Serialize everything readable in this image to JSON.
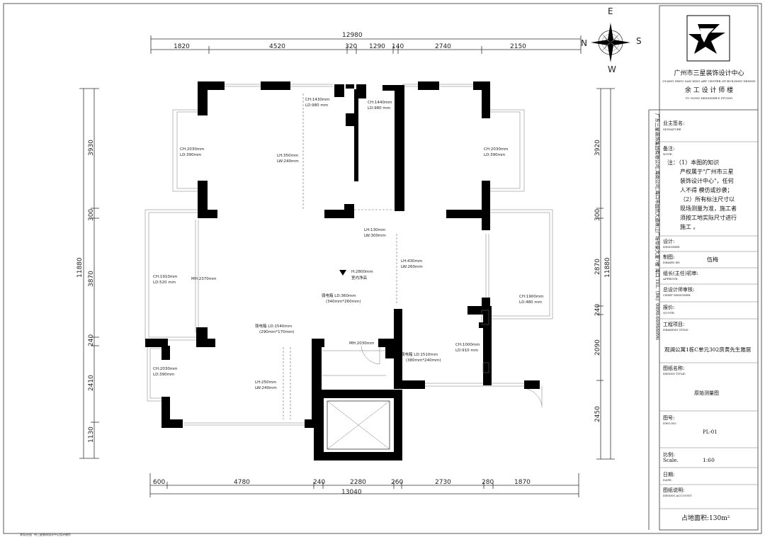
{
  "compass": {
    "e": "E",
    "s": "S",
    "n": "N",
    "w": "W"
  },
  "dims": {
    "top_total": "12980",
    "top": [
      "1820",
      "4520",
      "320",
      "1290",
      "140",
      "2740",
      "2150"
    ],
    "bottom_total": "13040",
    "bottom": [
      "600",
      "4780",
      "240",
      "2280",
      "260",
      "2730",
      "280",
      "1870"
    ],
    "left_total": "11880",
    "left": [
      "3930",
      "300",
      "3870",
      "240",
      "2410",
      "1130"
    ],
    "right_total": "11880",
    "right": [
      "3920",
      "300",
      "2870",
      "240",
      "2090",
      "2450"
    ]
  },
  "annotations": {
    "ch1430": "CH:1430mm",
    "ld980a": "LD:980 mm",
    "ch1440": "CH:1440mm",
    "ld980b": "LD:980 mm",
    "ch2030a": "CH:2030mm",
    "ld390a": "LD:390mm",
    "lh350": "LH:350mm",
    "lw240a": "LW:240mm",
    "ch2030b": "CH:2030mm",
    "ld390b": "LD:390mm",
    "lh130": "LH:130mm",
    "lw300": "LW:300mm",
    "lh430": "LH:430mm",
    "lw260": "LW:260mm",
    "ch1910": "CH:1910mm",
    "ld520": "LD:520 mm",
    "mh2370": "MH:2370mm",
    "h2800": "H:2800mm",
    "net_height": "室内净高",
    "weak_box": "弱电箱  LD:360mm",
    "weak_box_size": "(340mm*260mm)",
    "ch1900": "CH:1900mm",
    "ld480": "LD:480 mm",
    "strong_box": "强电箱 LD:1540mm",
    "strong_box_size": "(290mm*170mm)",
    "mh2030": "MH:2030mm",
    "ch1000": "CH:1000mm",
    "ld910": "LD:910 mm",
    "strong_box2": "弱电箱  LD:1510mm",
    "strong_box2_size": "(380mm*240mm)",
    "ch2030c": "CH:2030mm",
    "ld390c": "LD:390mm",
    "lh250": "LH:250mm",
    "lw240b": "LW:240mm",
    "footer": "本设计由广州三星装饰设计中心设计制作"
  },
  "title_block": {
    "company_cn": "广州市三星装饰设计中心",
    "company_en": "GUANG ZHOU SAN XING ART CENTER OF BUILDING DESIGN",
    "studio_cn": "余 工 设 计 师 楼",
    "studio_en": "YU GONG DESIGNER'S STUDIO",
    "vertical_text": "广东三星装饰集团有限公司,海南公司,海口市国贸大道珠江广场帝豪大厦7楼   海口  TEL（86）0898-66966096",
    "signature_label": "业主签名:",
    "signature_en": "SIGNATURE",
    "remark_label": "备注:",
    "remark_en": "NOTE:",
    "remark_lines": [
      "注：（1）本图的知识",
      "产权属于\"广州市三星",
      "装饰设计中心\"，任何",
      "人不得  模仿或抄袭；",
      "（2）所有标注尺寸以",
      "现场测量为准，施工者",
      "须按工地实际尺寸进行",
      "施工   。"
    ],
    "design_label": "设计:",
    "design_en": "DESIGNER",
    "drawn_label": "制图:",
    "drawn_en": "DRAWN BY:",
    "drawn_value": "伍梅",
    "approve_label": "组长(主任)初审:",
    "approve_en": "APPROVE:",
    "chief_label": "总设计师审核:",
    "chief_en": "CHIEF DESIGNER:",
    "quote_label": "报价:",
    "quote_en": "QUOTE:",
    "project_label": "工程项目:",
    "project_en": "DRAWING TITLE:",
    "project_value": "观澜公寓1栋C单元302房黄先生雅居",
    "drawing_name_label": "图纸名称:",
    "drawing_name_en": "DESING TITLE:",
    "drawing_name_value": "原始测量图",
    "drawing_no_label": "图号:",
    "drawing_no_en": "DWG.NO.",
    "drawing_no_value": "PL-01",
    "scale_label": "比例:",
    "scale_en": "Scale.",
    "scale_value": "1:60",
    "date_label": "日期:",
    "date_en": "DATE:",
    "desc_label": "图纸说明:",
    "desc_en": "DESING ACCOUNT:",
    "area": "占地面积:130m²"
  }
}
